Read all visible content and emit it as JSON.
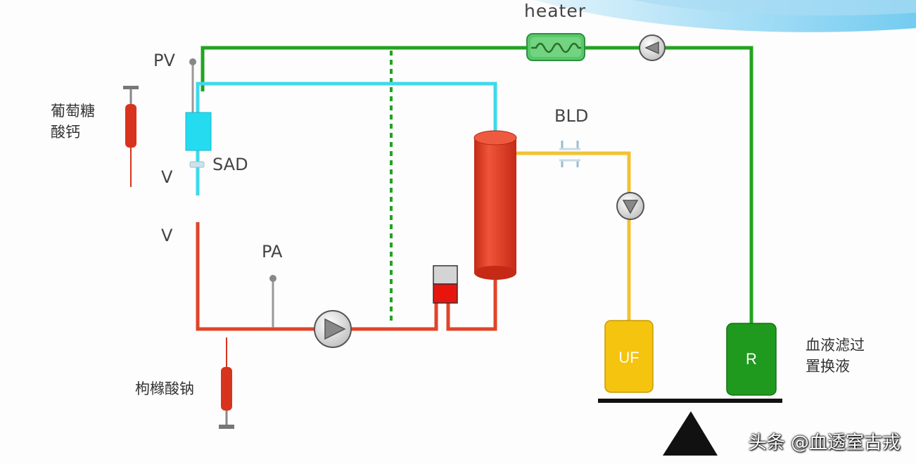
{
  "labels": {
    "heater": "heater",
    "pv": "PV",
    "sad": "SAD",
    "v_top": "V",
    "v_bottom": "V",
    "pa": "PA",
    "bld": "BLD",
    "uf": "UF",
    "r": "R",
    "calcium": "葡萄糖酸钙",
    "calcium_line1": "葡萄糖",
    "calcium_line2": "酸钙",
    "citrate": "枸橼酸钠",
    "replacement_line1": "血液滤过",
    "replacement_line2": "置换液"
  },
  "watermark": "头条 @血透室古戎",
  "colors": {
    "arterial_line": "#e0442a",
    "venous_line": "#3fd9ec",
    "replacement_line": "#22a322",
    "effluent_line": "#f2c233",
    "filter": "#de3a22",
    "uf_container": "#f4c40f",
    "r_container": "#1f9a1f",
    "scale": "#111111"
  },
  "icons": {
    "blood_pump": "pump-icon",
    "effluent_pump": "pump-icon",
    "replacement_pump": "pump-icon",
    "heater": "heater-wave-icon",
    "syringe": "syringe-icon",
    "fulcrum": "triangle-icon"
  }
}
